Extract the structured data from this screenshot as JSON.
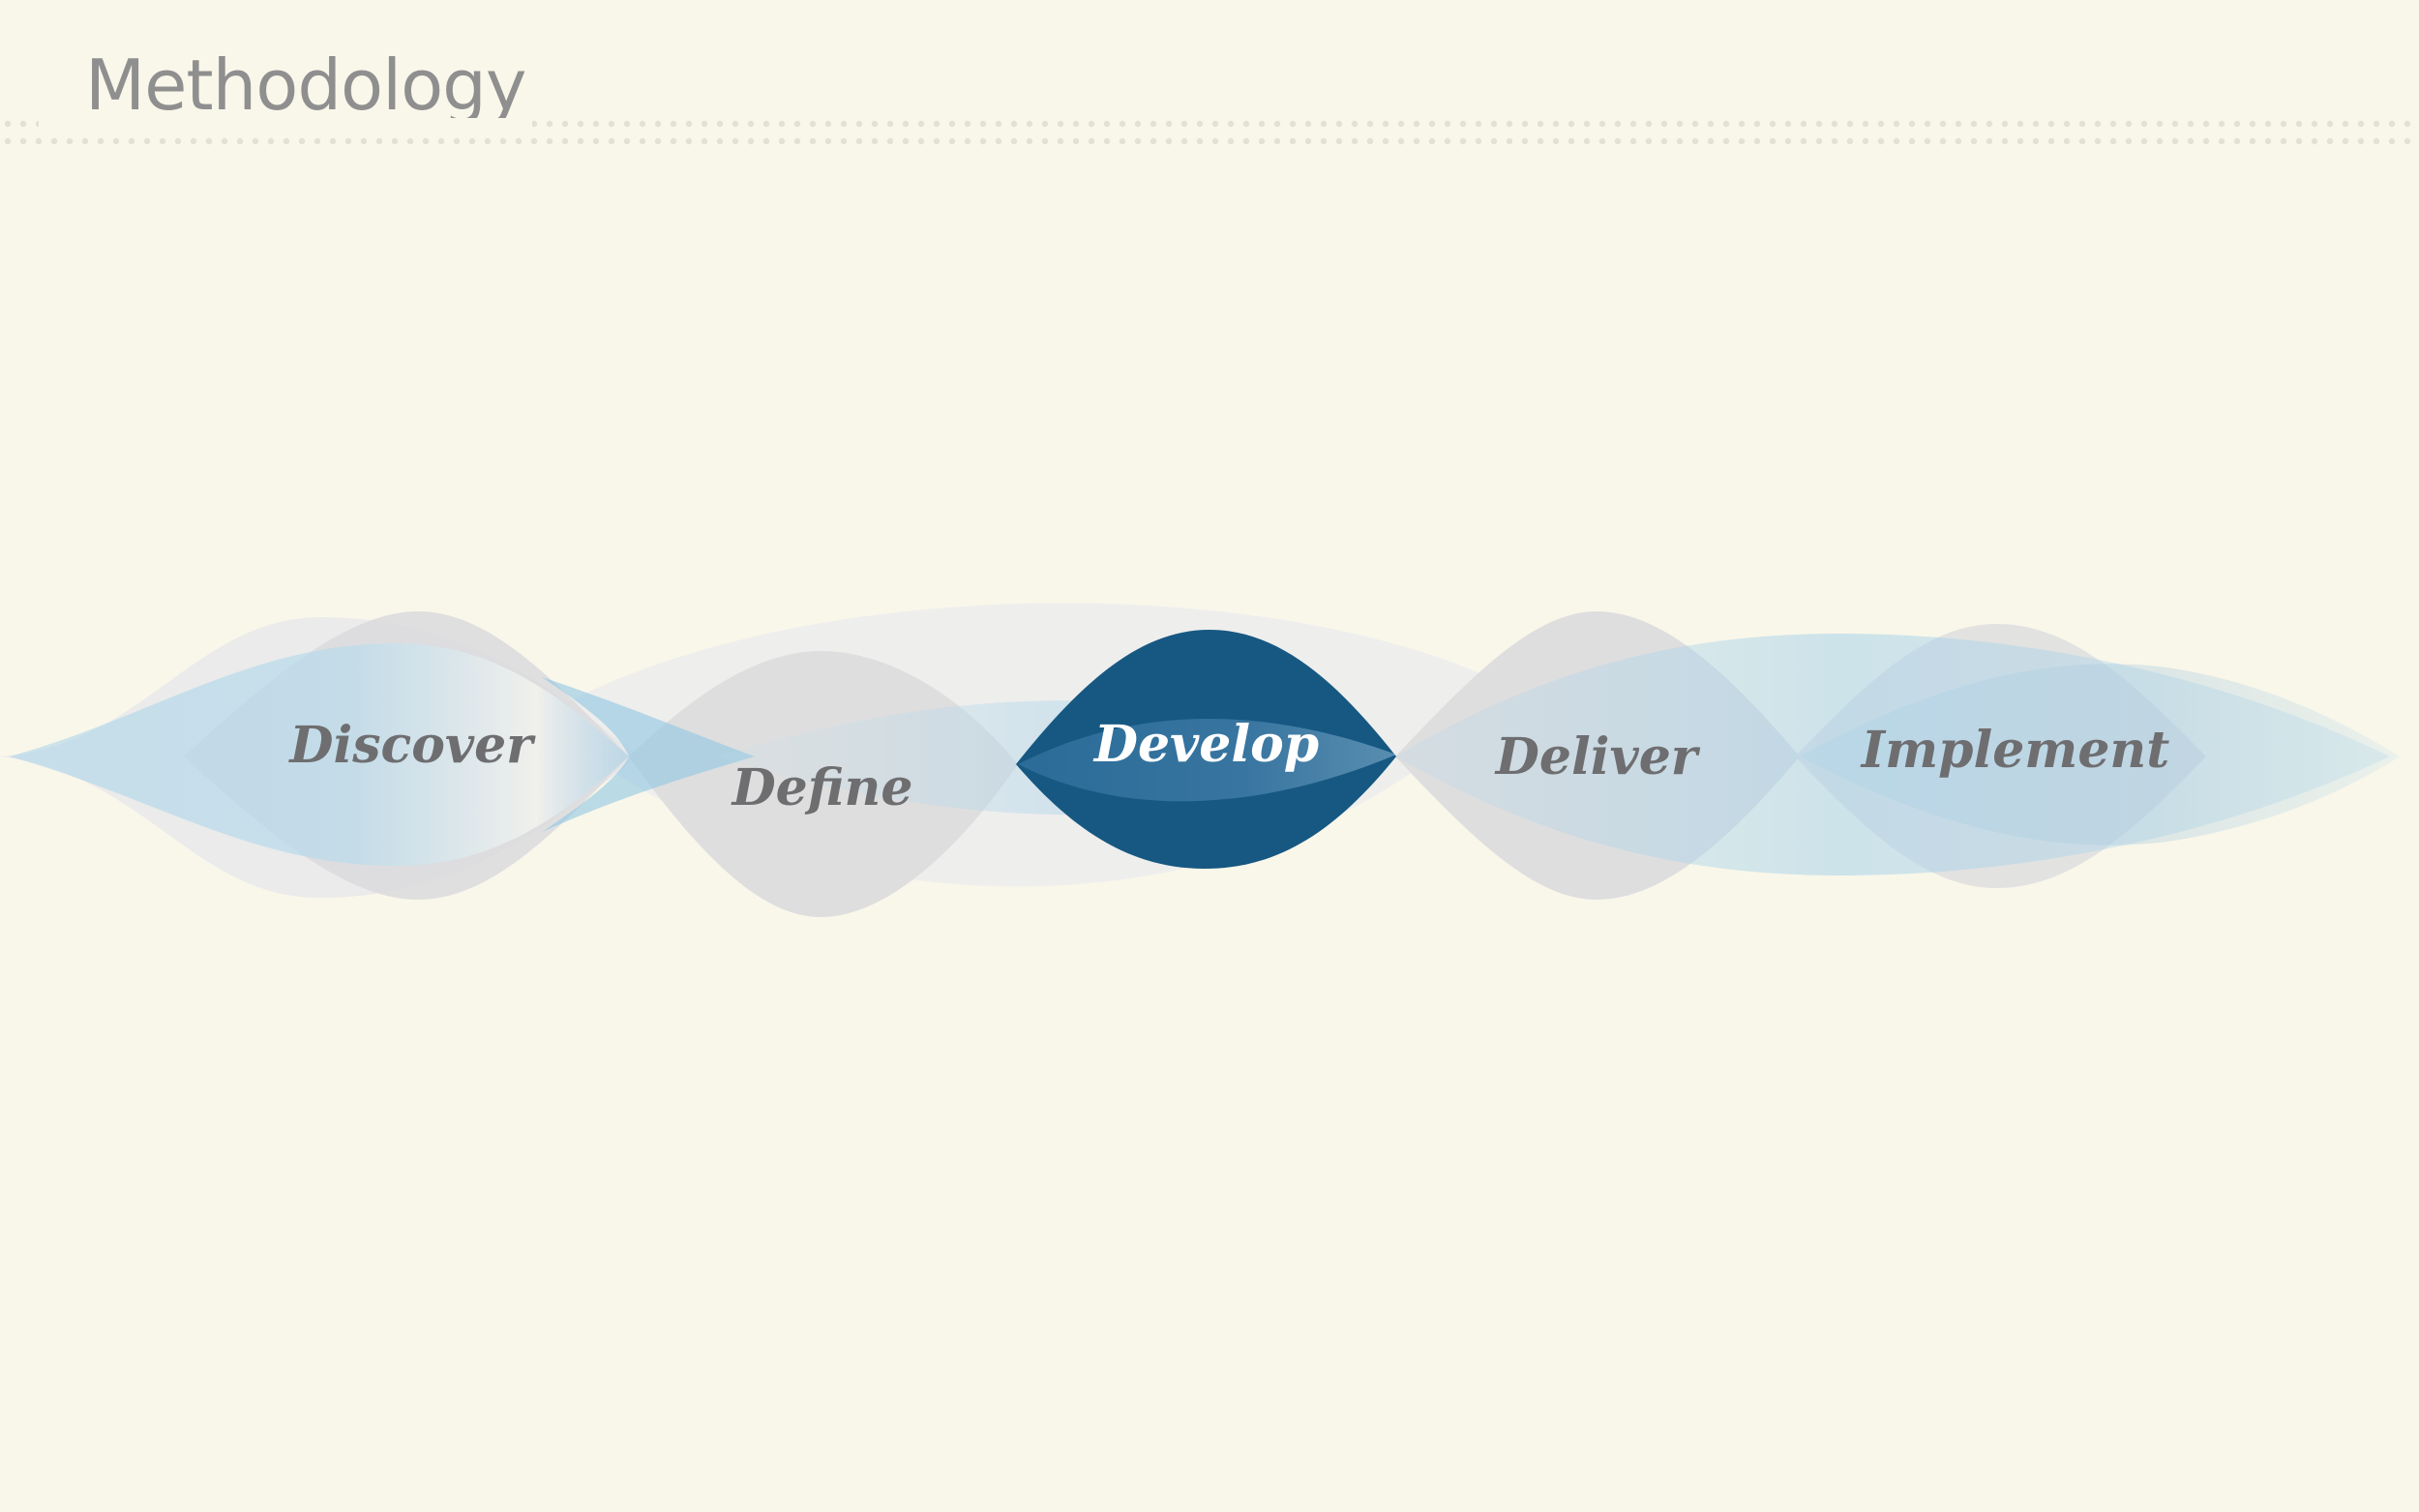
{
  "slide": {
    "title": "Methodology"
  },
  "diagram": {
    "stages": [
      {
        "id": "discover",
        "label": "Discover",
        "active": false
      },
      {
        "id": "define",
        "label": "Define",
        "active": false
      },
      {
        "id": "develop",
        "label": "Develop",
        "active": true
      },
      {
        "id": "deliver",
        "label": "Deliver",
        "active": false
      },
      {
        "id": "implement",
        "label": "Implement",
        "active": false
      }
    ],
    "colors": {
      "background": "#f9f7ea",
      "title": "#8f8f8f",
      "grey_lobe": "#dcdcde",
      "light_blue": "#a9d3ea",
      "active_blue": "#165882",
      "label": "#6e6e70",
      "active_label": "#ffffff"
    }
  }
}
